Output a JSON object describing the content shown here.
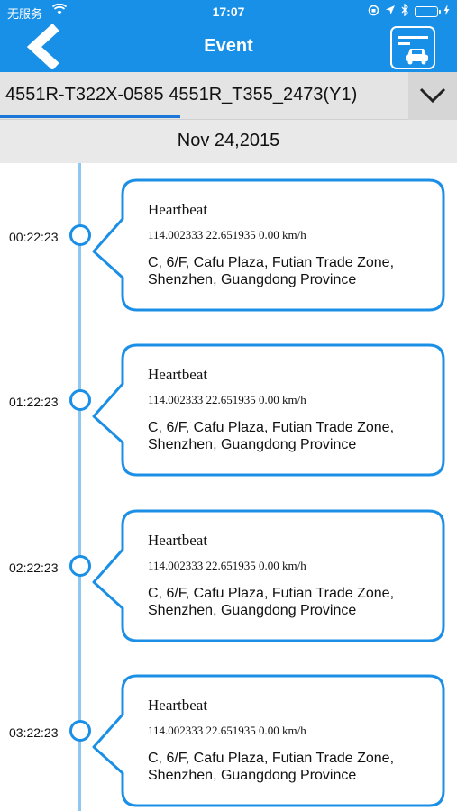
{
  "status_bar": {
    "carrier": "无服务",
    "time": "17:07"
  },
  "nav": {
    "title": "Event"
  },
  "selector": {
    "device": "4551R-T322X-0585 4551R_T355_2473(Y1)"
  },
  "date": "Nov 24,2015",
  "events": [
    {
      "time": "00:22:23",
      "title": "Heartbeat",
      "coords": "114.002333 22.651935 0.00 km/h",
      "address": "C, 6/F, Cafu Plaza, Futian Trade Zone, Shenzhen, Guangdong Province"
    },
    {
      "time": "01:22:23",
      "title": "Heartbeat",
      "coords": "114.002333 22.651935 0.00 km/h",
      "address": "C, 6/F, Cafu Plaza, Futian Trade Zone, Shenzhen, Guangdong Province"
    },
    {
      "time": "02:22:23",
      "title": "Heartbeat",
      "coords": "114.002333 22.651935 0.00 km/h",
      "address": "C, 6/F, Cafu Plaza, Futian Trade Zone, Shenzhen, Guangdong Province"
    },
    {
      "time": "03:22:23",
      "title": "Heartbeat",
      "coords": "114.002333 22.651935 0.00 km/h",
      "address": "C, 6/F, Cafu Plaza, Futian Trade Zone, Shenzhen, Guangdong Province"
    }
  ],
  "colors": {
    "nav_blue": "#1990e8",
    "timeline_line": "#8ec7ef",
    "accent": "#1b8fe6"
  },
  "icons": {
    "back": "chevron-left-icon",
    "car_list": "car-list-icon",
    "dropdown": "chevron-down-icon",
    "wifi": "wifi-icon",
    "location": "location-arrow-icon",
    "bluetooth": "bluetooth-icon",
    "battery": "battery-icon"
  }
}
